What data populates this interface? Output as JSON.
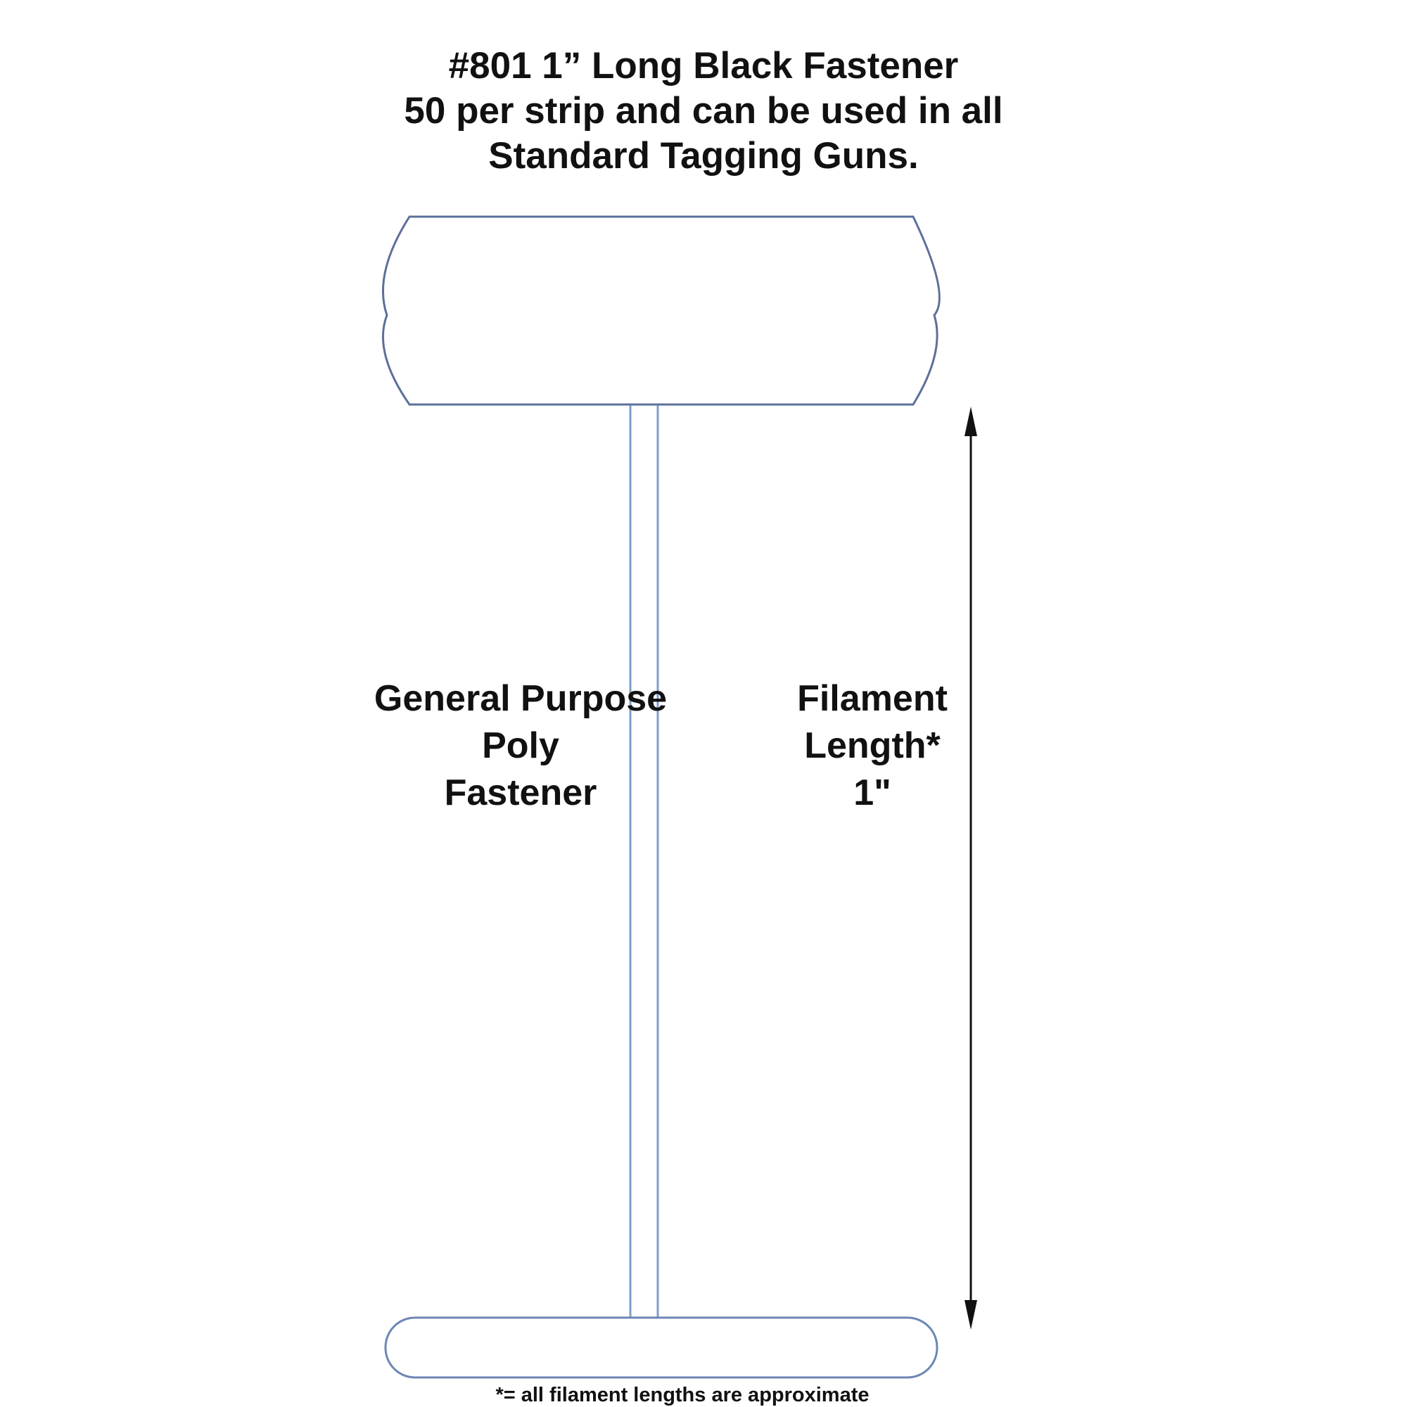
{
  "title": {
    "line1": "#801 1” Long Black Fastener",
    "line2": "50 per strip and can be used in all",
    "line3": "Standard Tagging Guns."
  },
  "fastener_label": {
    "line1": "General Purpose",
    "line2": "Poly",
    "line3": "Fastener"
  },
  "dimension_label": {
    "line1": "Filament",
    "line2": "Length*",
    "line3": "1\""
  },
  "footnote": "*= all filament lengths are approximate",
  "colors": {
    "outline": "#7f9cc8",
    "outline_dark": "#5b6f99",
    "arrow": "#111111",
    "text": "#111111"
  }
}
